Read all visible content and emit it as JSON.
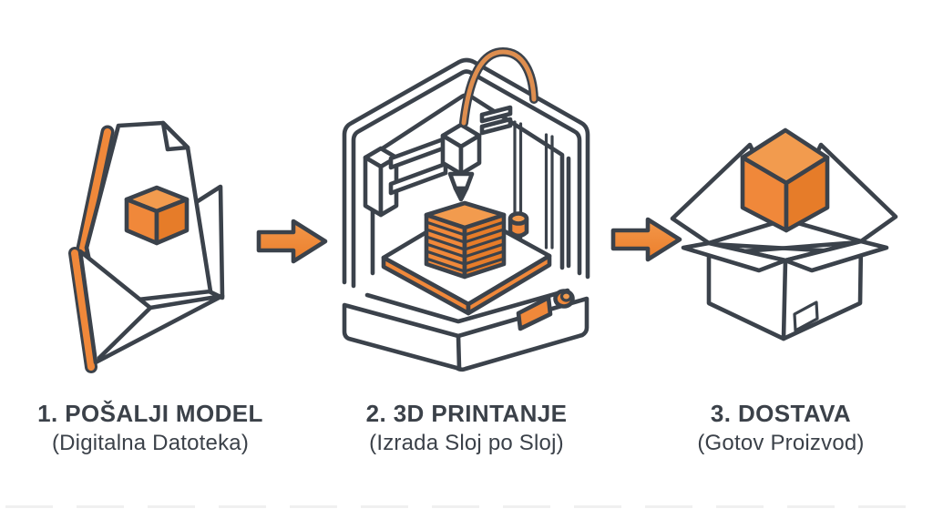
{
  "diagram": {
    "type": "process-infographic",
    "language": "Croatian",
    "topic": "3D printing service workflow"
  },
  "palette": {
    "outline": "#3B424B",
    "orange": "#F0883A",
    "orange_dark": "#E2792B",
    "orange_light": "#F29B4E",
    "filament": "#DE8E4F",
    "text": "#3B4149",
    "background": "#FFFFFF"
  },
  "steps": [
    {
      "number": "1",
      "icon": "envelope-with-3d-model-file-icon",
      "title": "1. POŠALJI MODEL",
      "subtitle": "(Digitalna Datoteka)"
    },
    {
      "number": "2",
      "icon": "3d-printer-icon",
      "title": "2. 3D PRINTANJE",
      "subtitle": "(Izrada Sloj po Sloj)"
    },
    {
      "number": "3",
      "icon": "open-shipping-box-icon",
      "title": "3. DOSTAVA",
      "subtitle": "(Gotov Proizvod)"
    }
  ],
  "arrows": [
    {
      "name": "arrow-step1-to-step2",
      "direction": "right"
    },
    {
      "name": "arrow-step2-to-step3",
      "direction": "right"
    }
  ]
}
